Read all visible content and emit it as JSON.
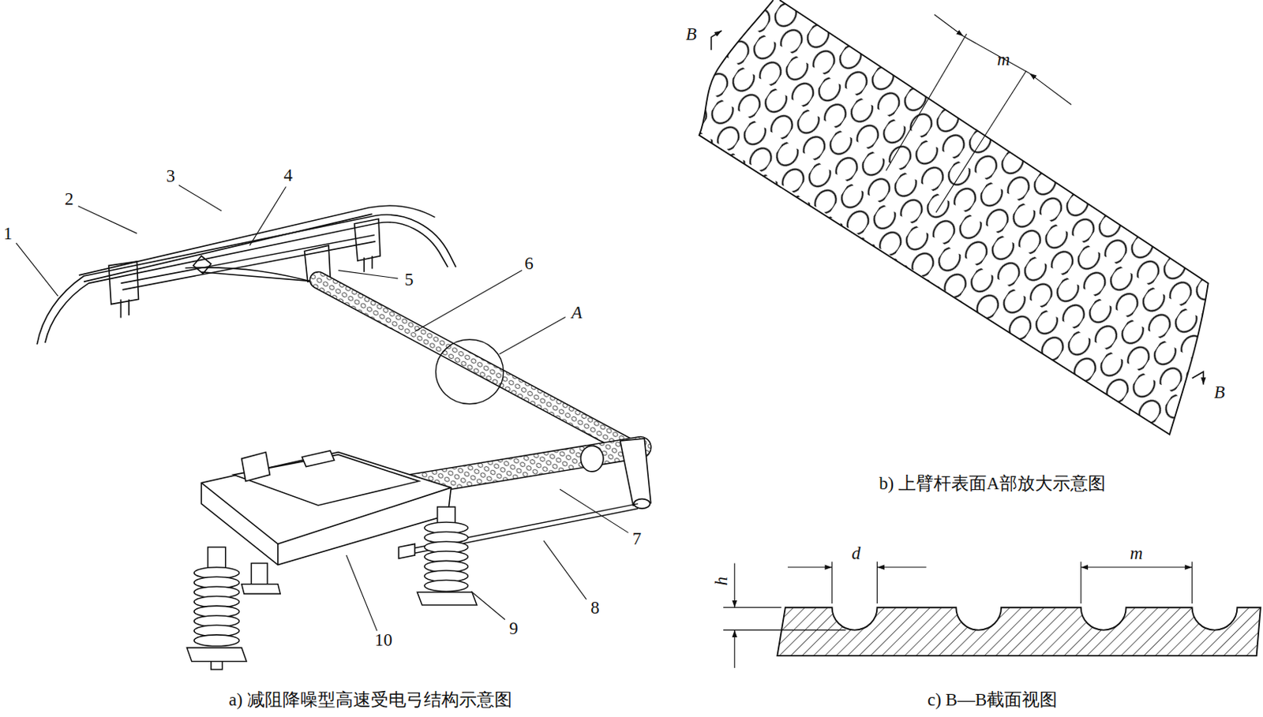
{
  "diagram": {
    "labels": [
      "1",
      "2",
      "3",
      "4",
      "5",
      "6",
      "A",
      "7",
      "8",
      "9",
      "10",
      "B",
      "m",
      "B",
      "d",
      "m",
      "h",
      "a) 减阻降噪型高速受电弓结构示意图",
      "b) 上臂杆表面A部放大示意图",
      "c) B—B截面视图"
    ]
  }
}
